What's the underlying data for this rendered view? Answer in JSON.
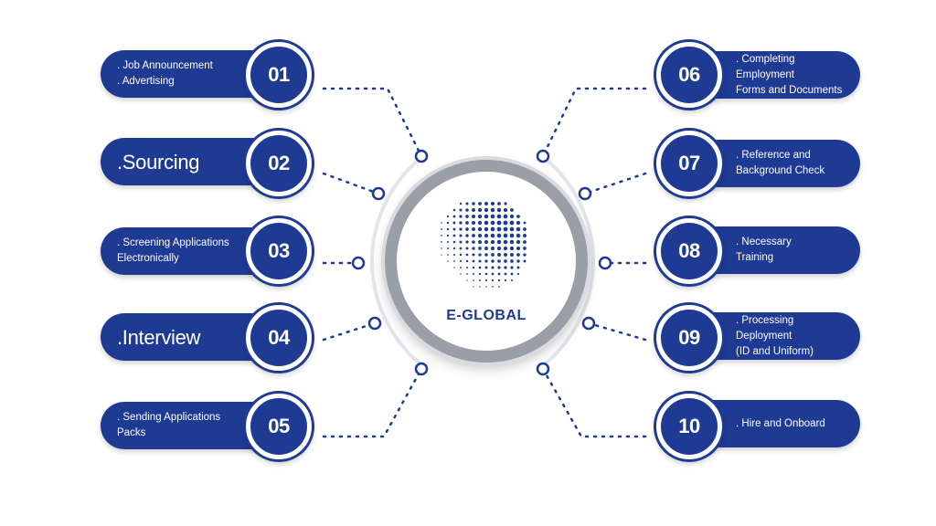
{
  "hub": {
    "title": "E-GLOBAL",
    "logo": "dotted-globe-logo"
  },
  "colors": {
    "primary": "#1f3a93",
    "ring": "#9a9ea6",
    "connector": "#1f3a93"
  },
  "steps_left": [
    {
      "number": "01",
      "label": ". Job Announcement\n. Advertising"
    },
    {
      "number": "02",
      "label": ".Sourcing"
    },
    {
      "number": "03",
      "label": ". Screening Applications\nElectronically"
    },
    {
      "number": "04",
      "label": ".Interview"
    },
    {
      "number": "05",
      "label": ". Sending Applications\nPacks"
    }
  ],
  "steps_right": [
    {
      "number": "06",
      "label": ". Completing Employment\nForms and Documents"
    },
    {
      "number": "07",
      "label": ". Reference and\nBackground Check"
    },
    {
      "number": "08",
      "label": ". Necessary\nTraining"
    },
    {
      "number": "09",
      "label": ". Processing Deployment\n(ID and Uniform)"
    },
    {
      "number": "10",
      "label": ". Hire and Onboard"
    }
  ]
}
